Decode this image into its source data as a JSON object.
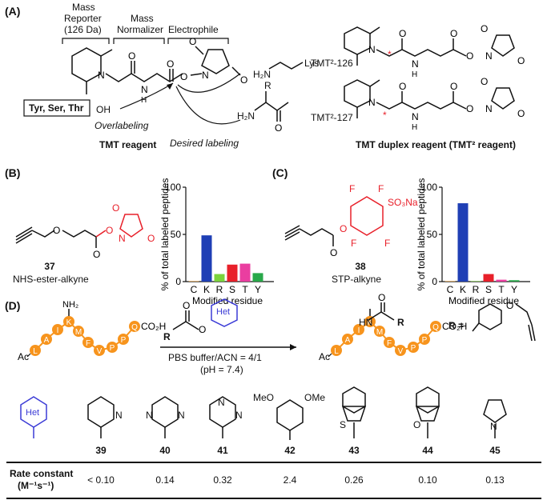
{
  "panels": {
    "A": "(A)",
    "B": "(B)",
    "C": "(C)",
    "D": "(D)"
  },
  "panelA": {
    "mass_reporter": "Mass",
    "mass_reporter2": "Reporter",
    "mass_reporter3": "(126 Da)",
    "mass_normalizer": "Mass",
    "mass_normalizer2": "Normalizer",
    "electrophile": "Electrophile",
    "residues_box": "Tyr, Ser, Thr",
    "oh": "OH",
    "overlabeling": "Overlabeling",
    "desired": "Desired labeling",
    "tmt_reagent": "TMT reagent",
    "lys": "Lys",
    "nh2": "H₂N",
    "r": "R",
    "tmt126": "TMT²-126",
    "tmt127": "TMT²-127",
    "duplex_title": "TMT duplex reagent (TMT² reagent)",
    "colors": {
      "red": "#e8202a"
    }
  },
  "panelB": {
    "compound_num": "37",
    "compound_name": "NHS-ester-alkyne",
    "chart_data": {
      "type": "bar",
      "categories": [
        "C",
        "K",
        "R",
        "S",
        "T",
        "Y"
      ],
      "values": [
        0.5,
        49,
        8,
        18,
        19,
        9
      ],
      "colors": [
        "#f4a53a",
        "#1f3fb5",
        "#7bd23c",
        "#e8202a",
        "#ea3ea0",
        "#29a84a"
      ],
      "ylabel": "% of total labeled peptides",
      "xlabel": "Modified residue",
      "ylim": [
        0,
        100
      ],
      "yticks": [
        "0",
        "50",
        "100"
      ]
    }
  },
  "panelC": {
    "compound_num": "38",
    "compound_name": "STP-alkyne",
    "so3na": "SO₃Na",
    "f": "F",
    "chart_data": {
      "type": "bar",
      "categories": [
        "C",
        "K",
        "R",
        "S",
        "T",
        "Y"
      ],
      "values": [
        0.5,
        83,
        0.5,
        8,
        2,
        1.5
      ],
      "colors": [
        "#f4a53a",
        "#1f3fb5",
        "#7bd23c",
        "#e8202a",
        "#ea3ea0",
        "#29a84a"
      ],
      "ylabel": "% of total labeled peptides",
      "xlabel": "Modified residue",
      "ylim": [
        0,
        100
      ],
      "yticks": [
        "0",
        "50",
        "100"
      ]
    }
  },
  "panelD": {
    "peptide_residues": [
      "L",
      "A",
      "I",
      "K",
      "M",
      "F",
      "V",
      "P",
      "P",
      "Q"
    ],
    "ac": "Ac",
    "co2h": "CO₂H",
    "nh2": "NH₂",
    "het": "Het",
    "r_label": "R",
    "conditions1": "PBS buffer/ACN = 4/1",
    "conditions2": "(pH = 7.4)",
    "r_equals": "R =",
    "hn": "HN",
    "compounds": [
      "39",
      "40",
      "41",
      "42",
      "43",
      "44",
      "45"
    ],
    "rate_label1": "Rate constant",
    "rate_label2": "(M⁻¹s⁻¹)",
    "rates": [
      "< 0.10",
      "0.14",
      "0.32",
      "2.4",
      "0.26",
      "0.10",
      "0.13"
    ],
    "meo": "MeO",
    "ome": "OMe",
    "n": "N",
    "s": "S",
    "o": "O",
    "colors": {
      "peptide": "#f7941d",
      "het": "#3b3bd6"
    }
  }
}
